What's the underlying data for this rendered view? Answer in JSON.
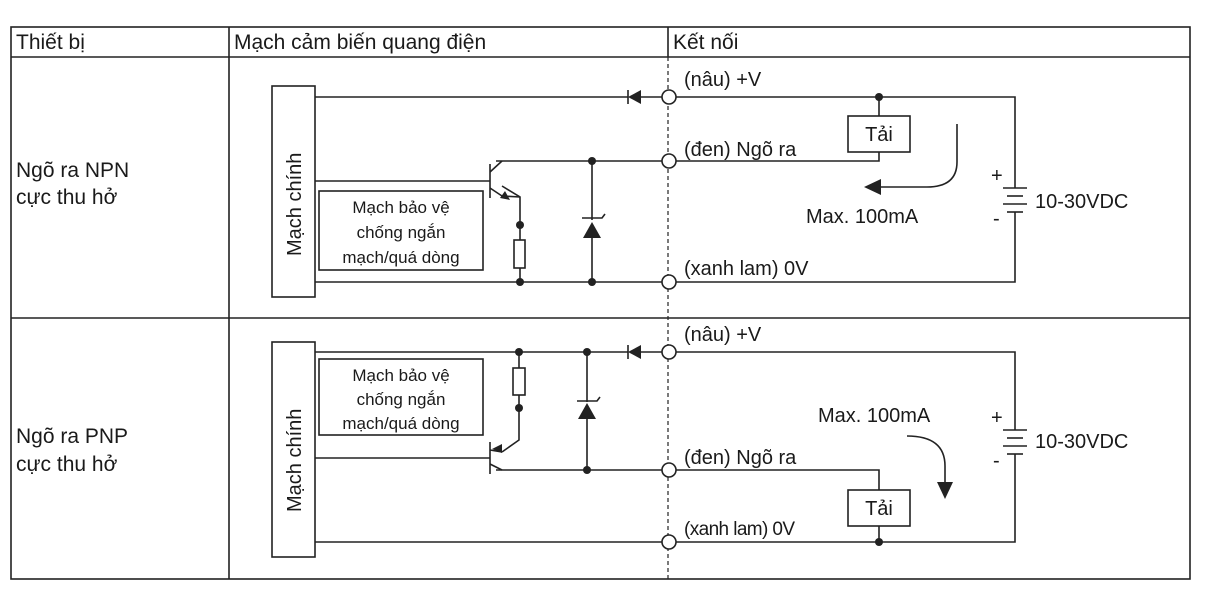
{
  "headers": {
    "device": "Thiết bị",
    "circuit": "Mạch cảm biến quang điện",
    "connection": "Kết nối"
  },
  "npn": {
    "device_line1": "Ngõ ra NPN",
    "device_line2": "cực thu hở",
    "main_circuit": "Mạch chính",
    "protect_line1": "Mạch bảo vệ",
    "protect_line2": "chống ngắn",
    "protect_line3": "mạch/quá dòng",
    "brown": "(nâu) +V",
    "black": "(đen) Ngõ ra",
    "blue": "(xanh lam) 0V",
    "load": "Tải",
    "max_current": "Max. 100mA",
    "plus": "+",
    "minus": "-",
    "supply": "10-30VDC"
  },
  "pnp": {
    "device_line1": "Ngõ ra PNP",
    "device_line2": "cực thu hở",
    "main_circuit": "Mạch chính",
    "protect_line1": "Mạch bảo vệ",
    "protect_line2": "chống ngắn",
    "protect_line3": "mạch/quá dòng",
    "brown": "(nâu) +V",
    "black": "(đen) Ngõ ra",
    "blue": "(xanh lam) 0V",
    "load": "Tải",
    "max_current": "Max. 100mA",
    "plus": "+",
    "minus": "-",
    "supply": "10-30VDC"
  }
}
